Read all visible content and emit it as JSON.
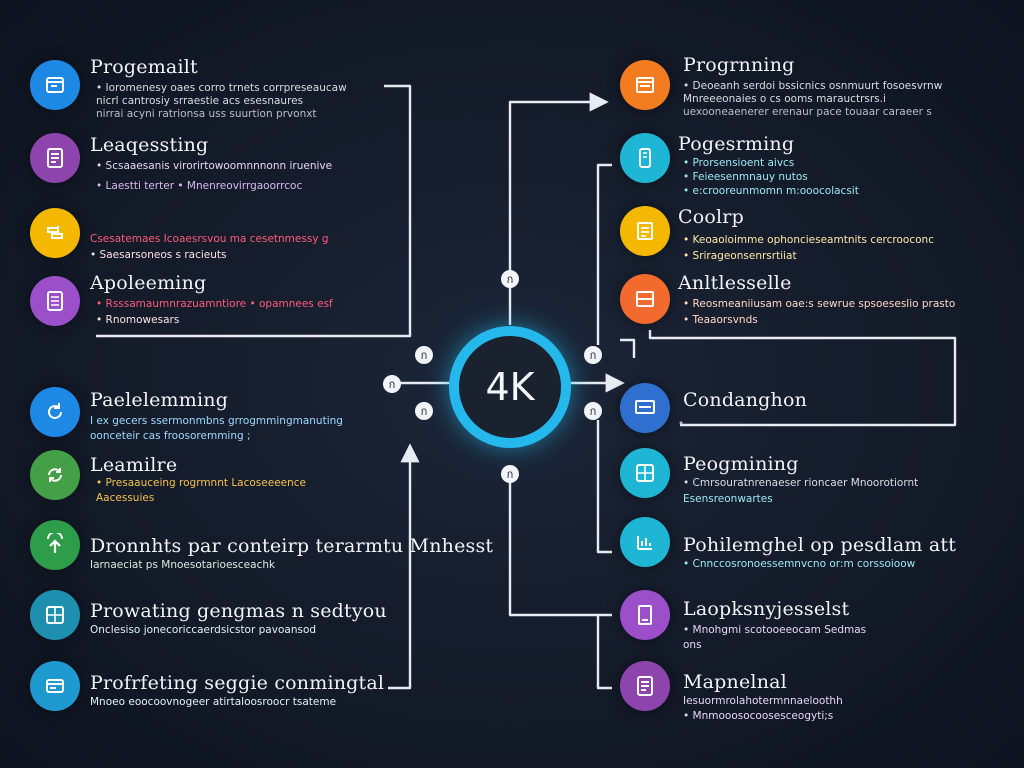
{
  "hub": {
    "label": "4K",
    "color": "#25b8ec"
  },
  "junction_glyph": "ก",
  "left_nodes": [
    {
      "title": "Progemailt",
      "icon": "browser-window-icon",
      "color": "#1e88e5",
      "lines": [
        {
          "text": "• Ioromenesy oaes corro trnets corrpreseaucaw",
          "color": "#d9dde4"
        },
        {
          "text": "  nicrl cantrosiy srraestie acs esesnaures",
          "color": "#d9dde4"
        },
        {
          "text": "  nirrai acyni ratrionsa uss suurtion prvonxt",
          "color": "#b9bfc9"
        }
      ]
    },
    {
      "title": "Leaqessting",
      "icon": "document-icon",
      "color": "#8e44ad",
      "lines": [
        {
          "text": "• Scsaaesanis virorirtowoomnnnonn iruenive",
          "color": "#e9d6f5"
        },
        {
          "text": "• Laestti terter  •  Mnenreovirrgaoorrcoc",
          "color": "#d9b9ef"
        }
      ]
    },
    {
      "title": "",
      "icon": "stack-icon",
      "color": "#f5b800",
      "lines": [
        {
          "text": "Csesatemaes Icoaesrsvou ma  cesetnmessy  g",
          "color": "#ff5a7a"
        },
        {
          "text": "• Saesarsoneos  s  racieuts",
          "color": "#ffe1e8"
        }
      ]
    },
    {
      "title": "Apoleeming",
      "icon": "document-list-icon",
      "color": "#9b4fc9",
      "lines": [
        {
          "text": "• Rsssamaumnrazuamntiore • opamnees esf",
          "color": "#ff5a7a"
        },
        {
          "text": "• Rnomowesars",
          "color": "#ffe1e8"
        }
      ]
    },
    {
      "title": "Paelelemming",
      "icon": "refresh-icon",
      "color": "#1e88e5",
      "lines": [
        {
          "text": "I ex gecers ssermonmbns grrogmmingmanuting",
          "color": "#9dd9ff"
        },
        {
          "text": "  oonceteir cas froosoremming ;",
          "color": "#9dd9ff"
        }
      ]
    },
    {
      "title": "Leamilre",
      "icon": "sync-icon",
      "color": "#43a047",
      "lines": [
        {
          "text": "• Presaauceing rogrmnnt Lacoseeeence",
          "color": "#f6c24a"
        },
        {
          "text": "  Aacessuies",
          "color": "#f6c24a"
        }
      ]
    },
    {
      "title": "Dronnhts par conteirp terarmtu Mnhesst",
      "icon": "upload-icon",
      "color": "#2e9d4a",
      "lines": [
        {
          "text": "  Iarnaeciat  ps  Mnoesotarioesceachk",
          "color": "#d6ecdc"
        }
      ]
    },
    {
      "title": "Prowating gengmas n sedtyou",
      "icon": "grid-icon",
      "color": "#1f8fb0",
      "lines": [
        {
          "text": "  Onclesiso jonecoriccaerdsicstor pavoansod",
          "color": "#e1f2f7"
        }
      ]
    },
    {
      "title": "Profrfeting seggie conmingtal",
      "icon": "card-icon",
      "color": "#1f9ad0",
      "lines": [
        {
          "text": "  Mnoeo eoocoovnogeer atirtaloosroocr tsateme",
          "color": "#e1f2f7"
        }
      ]
    }
  ],
  "right_nodes": [
    {
      "title": "Progrnning",
      "icon": "window-icon",
      "color": "#f47c20",
      "lines": [
        {
          "text": "• Deoeanh serdoi bssicnics osnmuurt fosoesvrnw",
          "color": "#d9dde4"
        },
        {
          "text": "  Mnreeeonaies o cs ooms marauctrsrs.i",
          "color": "#d9dde4"
        },
        {
          "text": "  uexooneaenerer erenaur pace touaar caraeer  s",
          "color": "#b9bfc9"
        }
      ]
    },
    {
      "title": "Pogesrming",
      "icon": "phone-icon",
      "color": "#1fb6d5",
      "lines": [
        {
          "text": "• Prorsensioent aivcs",
          "color": "#9ee7f5"
        },
        {
          "text": "• Feieesenmnauy nutos",
          "color": "#9ee7f5"
        },
        {
          "text": "• e:crooreunmomn m:ooocolacsit",
          "color": "#9ee7f5"
        }
      ]
    },
    {
      "title": "Coolrp",
      "icon": "list-icon",
      "color": "#f5b800",
      "lines": [
        {
          "text": "• Keoaoloimme  ophoncieseamtnits cercrooconc",
          "color": "#ffe8a8"
        },
        {
          "text": "• Srirageonsenrsrtiiat",
          "color": "#ffe8a8"
        }
      ]
    },
    {
      "title": "Anltlesselle",
      "icon": "panel-icon",
      "color": "#f26a2e",
      "lines": [
        {
          "text": "• Reosmeaniiusam oae:s sewrue spsoeseslio prasto",
          "color": "#ffd7c5"
        },
        {
          "text": "• Teaaorsvnds",
          "color": "#ffd7c5"
        }
      ]
    },
    {
      "title": "Condanghon",
      "icon": "monitor-icon",
      "color": "#2f6fd0",
      "lines": [
        {
          "text": "•",
          "color": "#b9bfc9"
        }
      ]
    },
    {
      "title": "Peogmining",
      "icon": "grid-icon",
      "color": "#1fb6d5",
      "lines": [
        {
          "text": "• Cmrsouratnrenaeser rioncaer  Mnoorotiornt",
          "color": "#d9dde4"
        },
        {
          "text": "  Esensreonwartes",
          "color": "#9ee7f5"
        }
      ]
    },
    {
      "title": "Pohilemghel op pesdlam att",
      "icon": "chart-icon",
      "color": "#1fb6d5",
      "lines": [
        {
          "text": "• Cnnccosronoessemnvcno or:m corssoioow",
          "color": "#9ee7f5"
        }
      ]
    },
    {
      "title": "Laopksnyjesselst",
      "icon": "book-icon",
      "color": "#9b4fc9",
      "lines": [
        {
          "text": "• Mnohgmi scotooeeocam  Sedmas",
          "color": "#e9d6f5"
        },
        {
          "text": "  ons",
          "color": "#e9d6f5"
        }
      ]
    },
    {
      "title": "Mapnelnal",
      "icon": "document-icon",
      "color": "#8e44ad",
      "lines": [
        {
          "text": "Iesuormrolahotermnnaeloothh",
          "color": "#e9d6f5"
        },
        {
          "text": "• Mnmooosocoosesceogyti;s",
          "color": "#e9d6f5"
        }
      ]
    }
  ]
}
